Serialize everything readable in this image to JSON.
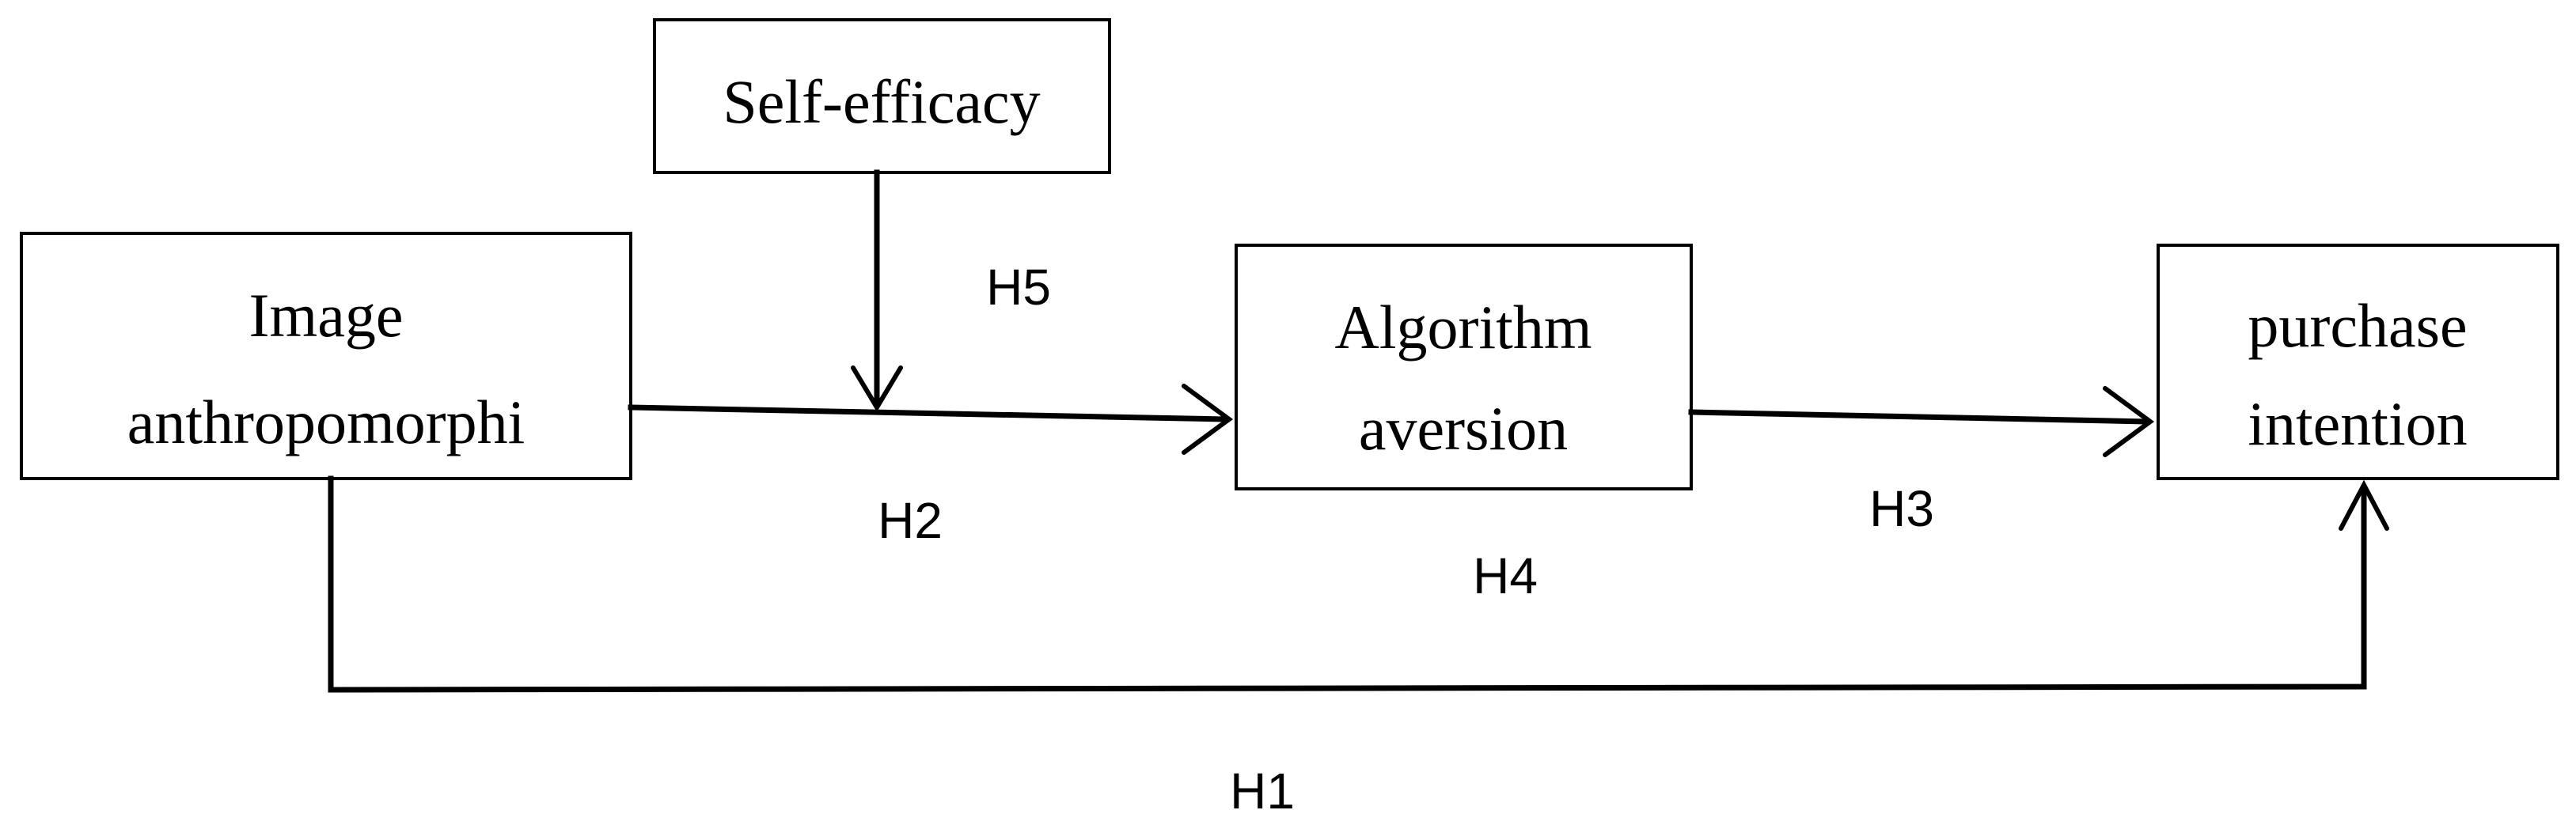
{
  "diagram": {
    "nodes": {
      "self_efficacy": {
        "lines": [
          "Self-efficacy"
        ]
      },
      "image_anthropomorphism": {
        "lines": [
          "Image",
          "anthropomorphi"
        ]
      },
      "algorithm_aversion": {
        "lines": [
          "Algorithm",
          "aversion"
        ]
      },
      "purchase_intention": {
        "lines": [
          "purchase",
          "intention"
        ]
      }
    },
    "hypotheses": {
      "h1": "H1",
      "h2": "H2",
      "h3": "H3",
      "h4": "H4",
      "h5": "H5"
    },
    "edges": [
      {
        "from": "image_anthropomorphism",
        "to": "algorithm_aversion",
        "label": "H2"
      },
      {
        "from": "algorithm_aversion",
        "to": "purchase_intention",
        "label": "H3"
      },
      {
        "from": "image_anthropomorphism",
        "to": "purchase_intention",
        "label": "H1"
      },
      {
        "from": "self_efficacy",
        "to": "image_anthropomorphism->algorithm_aversion",
        "label": "H5",
        "type": "moderation"
      }
    ],
    "mediation_label": "H4"
  }
}
